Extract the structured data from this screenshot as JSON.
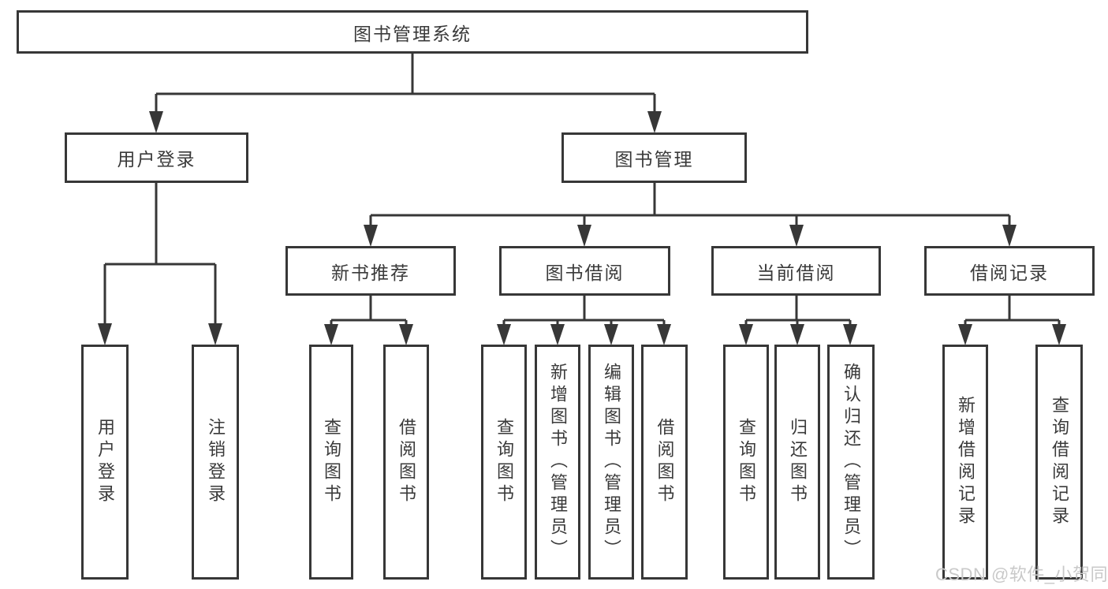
{
  "diagram": {
    "root": "图书管理系统",
    "level2": {
      "user_login": "用户登录",
      "book_mgmt": "图书管理"
    },
    "level3": {
      "new_books": "新书推荐",
      "borrow": "图书借阅",
      "current": "当前借阅",
      "records": "借阅记录"
    },
    "leaves": {
      "user_login": [
        "用户登录",
        "注销登录"
      ],
      "new_books": [
        "查询图书",
        "借阅图书"
      ],
      "borrow": [
        "查询图书",
        "新增图书（管理员）",
        "编辑图书（管理员）",
        "借阅图书"
      ],
      "current": [
        "查询图书",
        "归还图书",
        "确认归还（管理员）"
      ],
      "records": [
        "新增借阅记录",
        "查询借阅记录"
      ]
    }
  },
  "watermark": {
    "text": "CSDN @软件_小贺同学"
  },
  "colors": {
    "line": "#373737",
    "text": "#3a3a3a",
    "box_background": "#ffffff",
    "page_background": "#ffffff",
    "watermark": "#c9c9c9"
  }
}
